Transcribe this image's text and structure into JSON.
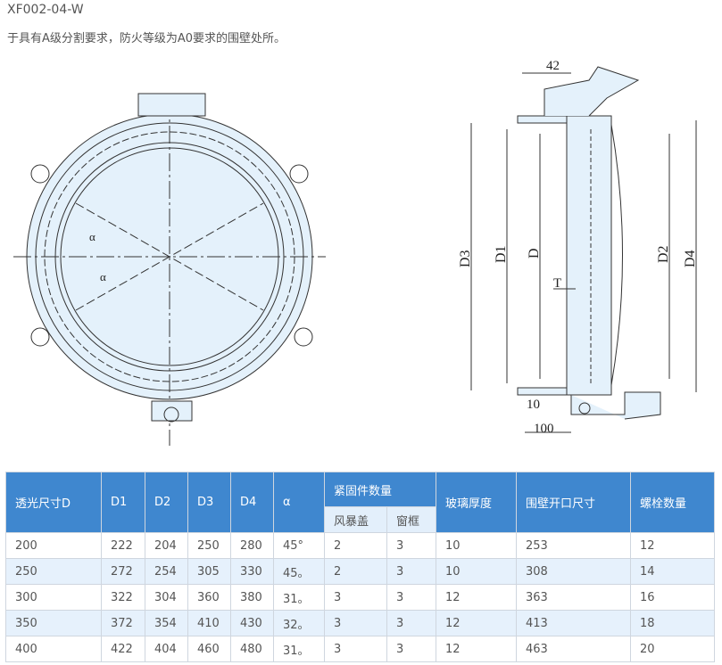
{
  "title": "XF002-04-W",
  "description": "于具有A级分割要求，防火等级为A0要求的围壁处所。",
  "drawing": {
    "dim_42": "42",
    "dim_10": "10",
    "dim_100": "100",
    "D": "D",
    "D1": "D1",
    "D2": "D2",
    "D3": "D3",
    "D4": "D4",
    "T": "T",
    "alpha": "α"
  },
  "table": {
    "headers": [
      "透光尺寸D",
      "D1",
      "D2",
      "D3",
      "D4",
      "α",
      "紧固件数量",
      "玻璃厚度",
      "围壁开口尺寸",
      "螺栓数量"
    ],
    "subheaders": [
      "风暴盖",
      "窗框"
    ],
    "rows": [
      [
        "200",
        "222",
        "204",
        "250",
        "280",
        "45°",
        "2",
        "3",
        "10",
        "253",
        "12"
      ],
      [
        "250",
        "272",
        "254",
        "305",
        "330",
        "45。",
        "2",
        "3",
        "10",
        "308",
        "14"
      ],
      [
        "300",
        "322",
        "304",
        "360",
        "380",
        "31。",
        "3",
        "3",
        "12",
        "363",
        "16"
      ],
      [
        "350",
        "372",
        "354",
        "410",
        "430",
        "32。",
        "3",
        "3",
        "12",
        "413",
        "18"
      ],
      [
        "400",
        "422",
        "404",
        "460",
        "480",
        "31。",
        "3",
        "3",
        "12",
        "463",
        "20"
      ]
    ]
  }
}
